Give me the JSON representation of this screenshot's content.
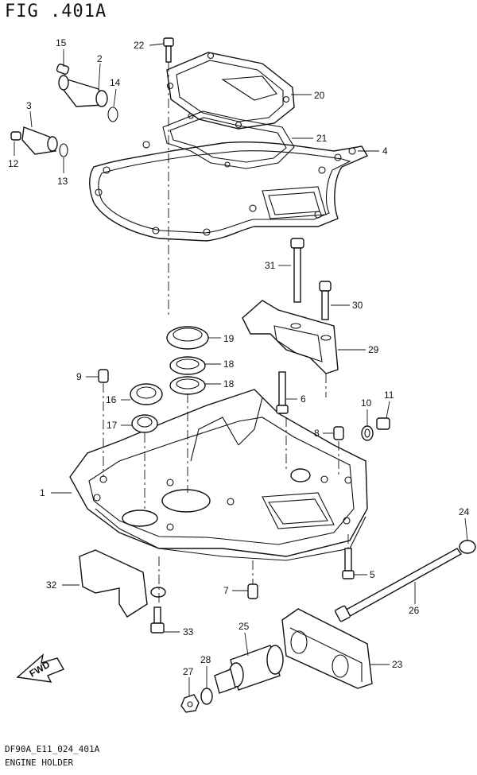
{
  "figure": {
    "title": "FIG .401A"
  },
  "footer": {
    "code": "DF90A_E11_024_401A",
    "name": "ENGINE HOLDER"
  },
  "fwd_label": "FWD",
  "callouts": [
    {
      "id": "c15",
      "text": "15"
    },
    {
      "id": "c2",
      "text": "2"
    },
    {
      "id": "c14",
      "text": "14"
    },
    {
      "id": "c3",
      "text": "3"
    },
    {
      "id": "c12",
      "text": "12"
    },
    {
      "id": "c13",
      "text": "13"
    },
    {
      "id": "c22",
      "text": "22"
    },
    {
      "id": "c20",
      "text": "20"
    },
    {
      "id": "c21",
      "text": "21"
    },
    {
      "id": "c4",
      "text": "4"
    },
    {
      "id": "c31",
      "text": "31"
    },
    {
      "id": "c30",
      "text": "30"
    },
    {
      "id": "c19",
      "text": "19"
    },
    {
      "id": "c18a",
      "text": "18"
    },
    {
      "id": "c18b",
      "text": "18"
    },
    {
      "id": "c29",
      "text": "29"
    },
    {
      "id": "c9",
      "text": "9"
    },
    {
      "id": "c16",
      "text": "16"
    },
    {
      "id": "c6",
      "text": "6"
    },
    {
      "id": "c10",
      "text": "10"
    },
    {
      "id": "c11",
      "text": "11"
    },
    {
      "id": "c17",
      "text": "17"
    },
    {
      "id": "c8",
      "text": "8"
    },
    {
      "id": "c1",
      "text": "1"
    },
    {
      "id": "c24",
      "text": "24"
    },
    {
      "id": "c32",
      "text": "32"
    },
    {
      "id": "c5",
      "text": "5"
    },
    {
      "id": "c7",
      "text": "7"
    },
    {
      "id": "c26",
      "text": "26"
    },
    {
      "id": "c33",
      "text": "33"
    },
    {
      "id": "c25",
      "text": "25"
    },
    {
      "id": "c23",
      "text": "23"
    },
    {
      "id": "c28",
      "text": "28"
    },
    {
      "id": "c27",
      "text": "27"
    }
  ]
}
